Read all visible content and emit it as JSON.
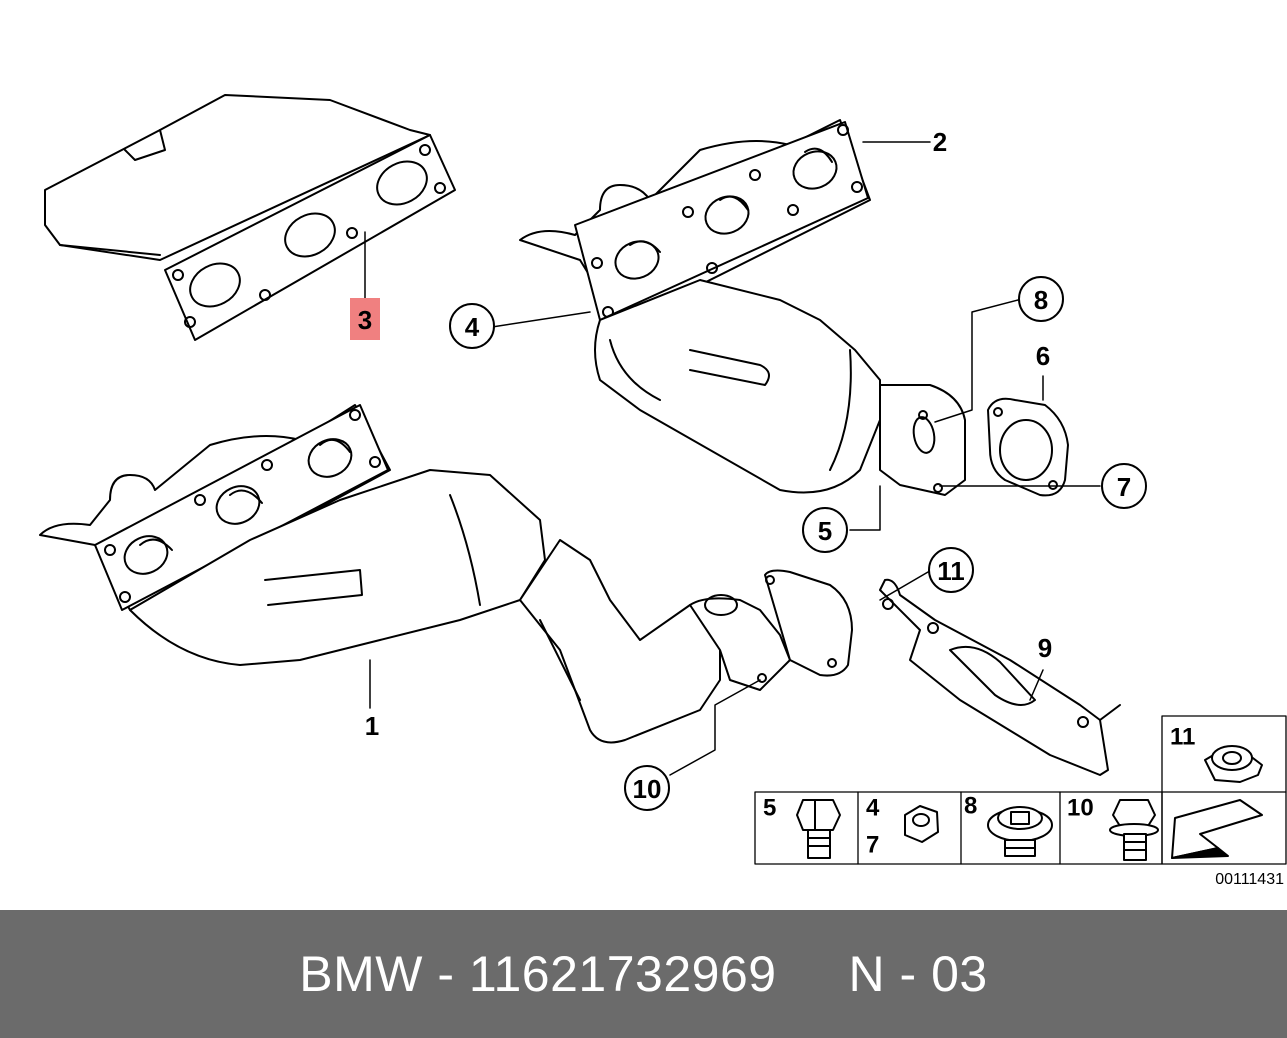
{
  "callouts": {
    "p1": "1",
    "p2": "2",
    "p3": "3",
    "p4": "4",
    "p5": "5",
    "p6": "6",
    "p7": "7",
    "p8": "8",
    "p9": "9",
    "p10": "10",
    "p11": "11"
  },
  "legend": {
    "c5": "5",
    "c4": "4",
    "c7": "7",
    "c8": "8",
    "c10": "10",
    "c11": "11"
  },
  "drawing_id": "00111431",
  "footer": {
    "text": "BMW - 11621732969     N - 03"
  },
  "colors": {
    "highlight": "#f08080",
    "footer_bg": "#6b6b6b",
    "footer_text": "#ffffff"
  }
}
